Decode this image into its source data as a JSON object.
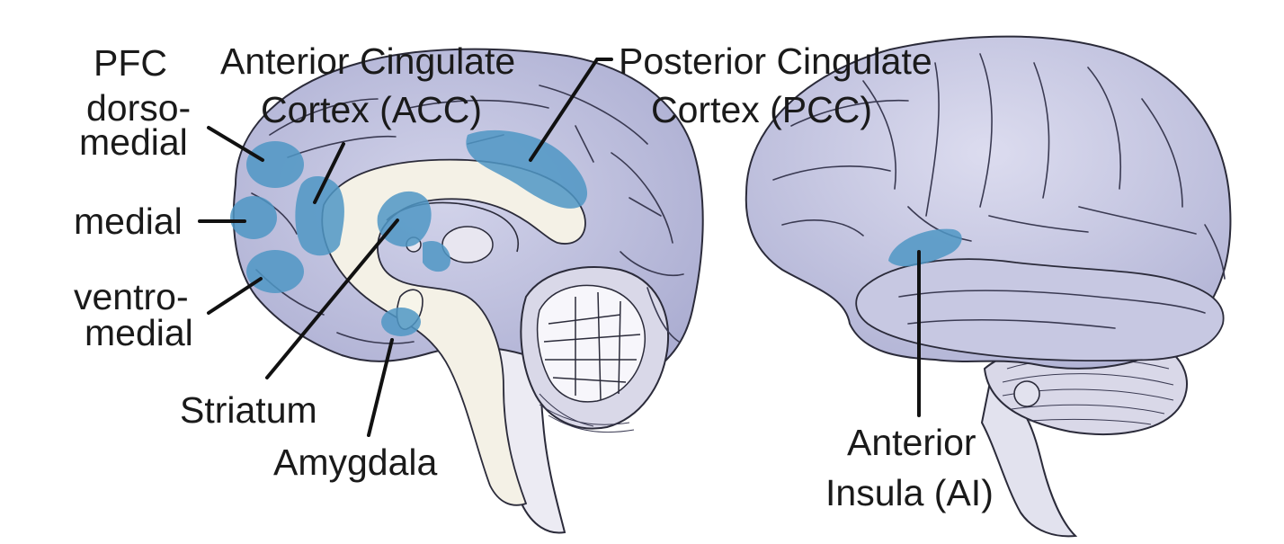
{
  "colors": {
    "cortex": "#b4b5d6",
    "cortex_light": "#d2d3ea",
    "inner_pale": "#f4f1e6",
    "highlight": "#4f96c4",
    "outline": "#2b2b3a"
  },
  "labels": {
    "pfc": "PFC",
    "dorsomedial_1": "dorso-",
    "dorsomedial_2": "medial",
    "medial": "medial",
    "ventromedial_1": "ventro-",
    "ventromedial_2": "medial",
    "acc_1": "Anterior Cingulate",
    "acc_2": "Cortex (ACC)",
    "pcc_1": "Posterior Cingulate",
    "pcc_2": "Cortex (PCC)",
    "striatum": "Striatum",
    "amygdala": "Amygdala",
    "ai_1": "Anterior",
    "ai_2": "Insula (AI)"
  }
}
